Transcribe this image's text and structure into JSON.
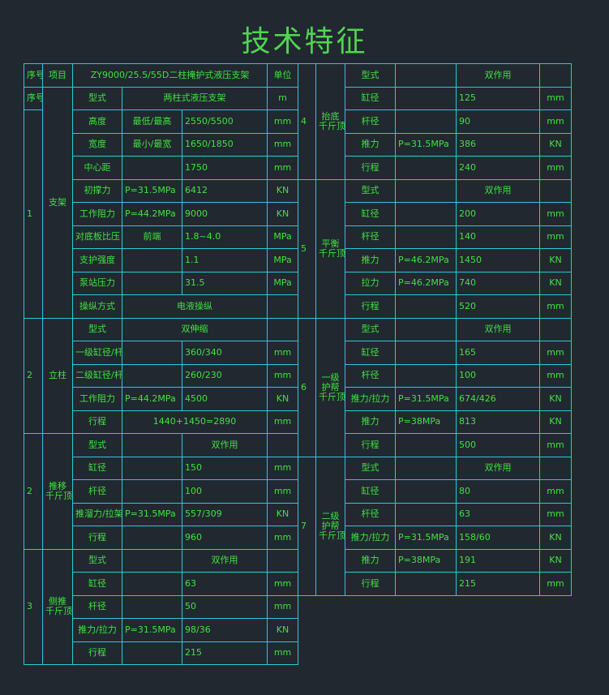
{
  "title": "技术特征",
  "left": {
    "header": {
      "no": "序号",
      "item": "项目",
      "model": "ZY9000/25.5/55D二柱掩护式液压支架",
      "unit": "单位"
    },
    "g1": {
      "no_label": "序号",
      "no": "1",
      "name": "支架",
      "rows": [
        {
          "param": "型式",
          "value": "两柱式液压支架",
          "unit": "m"
        },
        {
          "param": "高度",
          "cond": "最低/最高",
          "value": "2550/5500",
          "unit": "mm"
        },
        {
          "param": "宽度",
          "cond": "最小/最宽",
          "value": "1650/1850",
          "unit": "mm"
        },
        {
          "param": "中心距",
          "cond": "",
          "value": "1750",
          "unit": "mm"
        },
        {
          "param": "初撑力",
          "cond": "P=31.5MPa",
          "value": "6412",
          "unit": "KN"
        },
        {
          "param": "工作阻力",
          "cond": "P=44.2MPa",
          "value": "9000",
          "unit": "KN"
        },
        {
          "param": "对底板比压",
          "cond": "前端",
          "value": "1.8~4.0",
          "unit": "MPa"
        },
        {
          "param": "支护强度",
          "cond": "",
          "value": "1.1",
          "unit": "MPa"
        },
        {
          "param": "泵站压力",
          "cond": "",
          "value": "31.5",
          "unit": "MPa"
        },
        {
          "param": "操纵方式",
          "value": "电液操纵"
        }
      ]
    },
    "g2": {
      "no": "2",
      "name": "立柱",
      "rows": [
        {
          "param": "型式",
          "value": "双伸缩"
        },
        {
          "param": "一级缸径/杆径",
          "value": "360/340",
          "unit": "mm"
        },
        {
          "param": "二级缸径/杆径",
          "value": "260/230",
          "unit": "mm"
        },
        {
          "param": "工作阻力",
          "cond": "P=44.2MPa",
          "value": "4500",
          "unit": "KN"
        },
        {
          "param": "行程",
          "value": "1440+1450=2890",
          "unit": "mm"
        }
      ]
    },
    "g3": {
      "no": "2",
      "name1": "推移",
      "name2": "千斤顶",
      "rows": [
        {
          "param": "型式",
          "value": "双作用"
        },
        {
          "param": "缸径",
          "value": "150",
          "unit": "mm"
        },
        {
          "param": "杆径",
          "value": "100",
          "unit": "mm"
        },
        {
          "param": "推溜力/拉架力",
          "cond": "P=31.5MPa",
          "value": "557/309",
          "unit": "KN"
        },
        {
          "param": "行程",
          "value": "960",
          "unit": "mm"
        }
      ]
    },
    "g4": {
      "no": "3",
      "name1": "侧推",
      "name2": "千斤顶",
      "rows": [
        {
          "param": "型式",
          "value": "双作用"
        },
        {
          "param": "缸径",
          "value": "63",
          "unit": "mm"
        },
        {
          "param": "杆径",
          "value": "50",
          "unit": "mm"
        },
        {
          "param": "推力/拉力",
          "cond": "P=31.5MPa",
          "value": "98/36",
          "unit": "KN"
        },
        {
          "param": "行程",
          "value": "215",
          "unit": "mm"
        }
      ]
    }
  },
  "right": {
    "r4": {
      "no": "4",
      "name1": "抬底",
      "name2": "千斤顶",
      "rows": [
        {
          "param": "型式",
          "value": "双作用"
        },
        {
          "param": "缸径",
          "value": "125",
          "unit": "mm"
        },
        {
          "param": "杆径",
          "value": "90",
          "unit": "mm"
        },
        {
          "param": "推力",
          "cond": "P=31.5MPa",
          "value": "386",
          "unit": "KN"
        },
        {
          "param": "行程",
          "value": "240",
          "unit": "mm"
        }
      ]
    },
    "r5": {
      "no": "5",
      "name1": "平衡",
      "name2": "千斤顶",
      "rows": [
        {
          "param": "型式",
          "value": "双作用"
        },
        {
          "param": "缸径",
          "value": "200",
          "unit": "mm"
        },
        {
          "param": "杆径",
          "value": "140",
          "unit": "mm"
        },
        {
          "param": "推力",
          "cond": "P=46.2MPa",
          "value": "1450",
          "unit": "KN"
        },
        {
          "param": "拉力",
          "cond": "P=46.2MPa",
          "value": "740",
          "unit": "KN"
        },
        {
          "param": "行程",
          "value": "520",
          "unit": "mm"
        }
      ]
    },
    "r6": {
      "no": "6",
      "name1": "一级",
      "name2": "护帮",
      "name3": "千斤顶",
      "rows": [
        {
          "param": "型式",
          "value": "双作用"
        },
        {
          "param": "缸径",
          "value": "165",
          "unit": "mm"
        },
        {
          "param": "杆径",
          "value": "100",
          "unit": "mm"
        },
        {
          "param": "推力/拉力",
          "cond": "P=31.5MPa",
          "value": "674/426",
          "unit": "KN"
        },
        {
          "param": "推力",
          "cond": "P=38MPa",
          "value": "813",
          "unit": "KN"
        },
        {
          "param": "行程",
          "value": "500",
          "unit": "mm"
        }
      ]
    },
    "r7": {
      "no": "7",
      "name1": "二级",
      "name2": "护帮",
      "name3": "千斤顶",
      "rows": [
        {
          "param": "型式",
          "value": "双作用"
        },
        {
          "param": "缸径",
          "value": "80",
          "unit": "mm"
        },
        {
          "param": "杆径",
          "value": "63",
          "unit": "mm"
        },
        {
          "param": "推力/拉力",
          "cond": "P=31.5MPa",
          "value": "158/60",
          "unit": "KN"
        },
        {
          "param": "推力",
          "cond": "P=38MPa",
          "value": "191",
          "unit": "KN"
        },
        {
          "param": "行程",
          "value": "215",
          "unit": "mm"
        }
      ]
    }
  }
}
